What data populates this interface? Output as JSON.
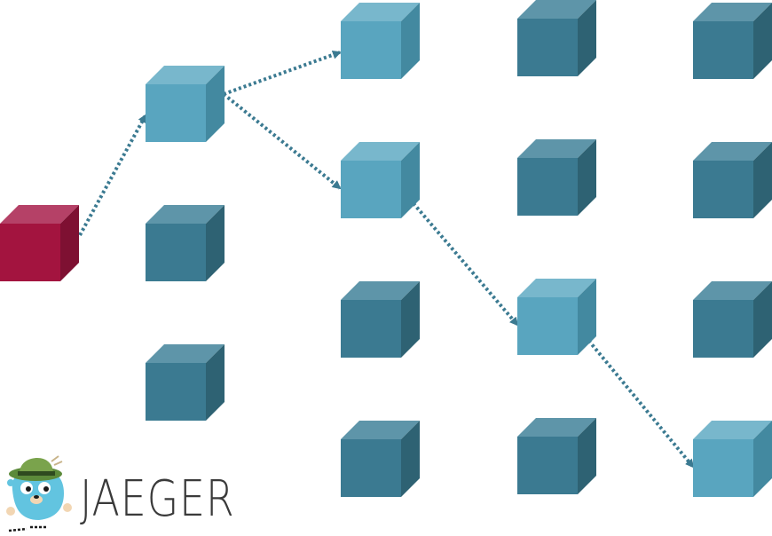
{
  "logo": {
    "text": "JAEGER",
    "icon": "gopher-mascot-icon"
  },
  "colors": {
    "root": {
      "front": "#a3143f",
      "top": "#b54167",
      "side": "#7e1032"
    },
    "active": {
      "front": "#59a5bf",
      "top": "#78b7cc",
      "side": "#4389a0"
    },
    "idle": {
      "front": "#3b7a91",
      "top": "#5e95a9",
      "side": "#2e6273"
    },
    "arrow": "#3b7a91"
  },
  "diagram": {
    "nodes": [
      {
        "id": "root",
        "state": "root"
      },
      {
        "id": "c1r1",
        "state": "active"
      },
      {
        "id": "c1r2",
        "state": "idle"
      },
      {
        "id": "c1r3",
        "state": "idle"
      },
      {
        "id": "c2r0",
        "state": "active"
      },
      {
        "id": "c2r1",
        "state": "active"
      },
      {
        "id": "c2r2",
        "state": "idle"
      },
      {
        "id": "c2r3",
        "state": "idle"
      },
      {
        "id": "c3r0",
        "state": "idle"
      },
      {
        "id": "c3r1",
        "state": "idle"
      },
      {
        "id": "c3r2",
        "state": "active"
      },
      {
        "id": "c3r3",
        "state": "idle"
      },
      {
        "id": "c4r0",
        "state": "idle"
      },
      {
        "id": "c4r1",
        "state": "idle"
      },
      {
        "id": "c4r2",
        "state": "idle"
      },
      {
        "id": "c4r3",
        "state": "active"
      }
    ],
    "edges": [
      {
        "from": "root",
        "to": "c1r1"
      },
      {
        "from": "c1r1",
        "to": "c2r0"
      },
      {
        "from": "c1r1",
        "to": "c2r1"
      },
      {
        "from": "c2r1",
        "to": "c3r2"
      },
      {
        "from": "c3r2",
        "to": "c4r3"
      }
    ]
  }
}
